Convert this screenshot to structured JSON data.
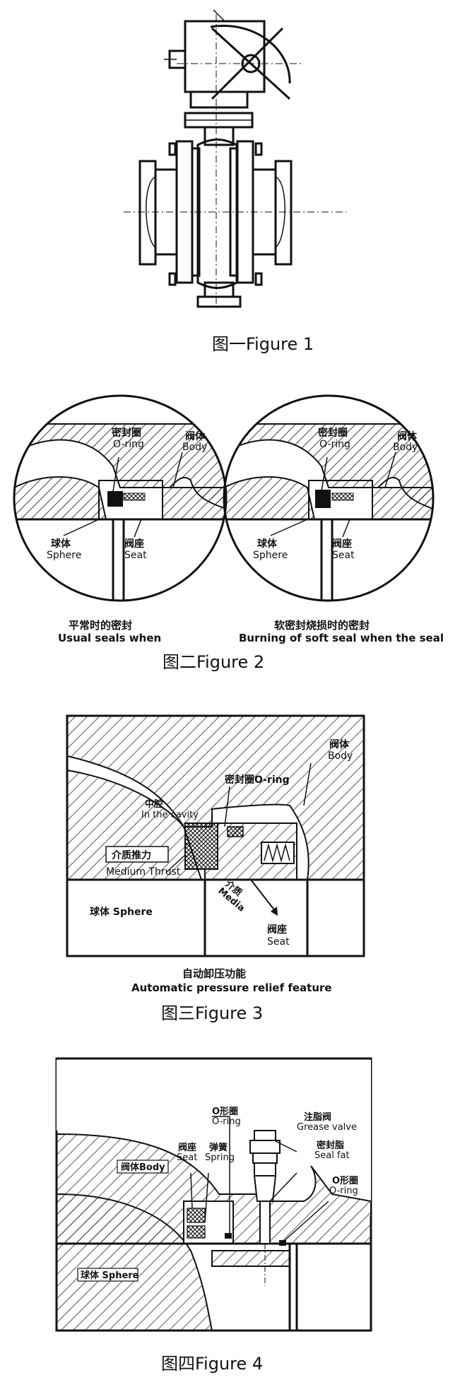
{
  "figures": [
    {
      "caption": "图一Figure 1"
    },
    {
      "caption": "图二Figure 2",
      "left": {
        "oring_cn": "密封圈",
        "oring_en": "O-ring",
        "body_cn": "阀体",
        "body_en": "Body",
        "sphere_cn": "球体",
        "sphere_en": "Sphere",
        "seat_cn": "阀座",
        "seat_en": "Seat",
        "sub_cn": "平常时的密封",
        "sub_en": "Usual seals when"
      },
      "right": {
        "oring_cn": "密封圈",
        "oring_en": "O-ring",
        "body_cn": "阀体",
        "body_en": "Body",
        "sphere_cn": "球体",
        "sphere_en": "Sphere",
        "seat_cn": "阀座",
        "seat_en": "Seat",
        "sub_cn": "软密封烧损时的密封",
        "sub_en": "Burning of soft seal when the seal"
      }
    },
    {
      "caption": "图三Figure 3",
      "body_cn": "阀体",
      "body_en": "Body",
      "oring": "密封圈O-ring",
      "cavity_cn": "中腔",
      "cavity_en": "In the cavity",
      "thrust_cn": "介质推力",
      "thrust_en": "Medium Thrust",
      "sphere": "球体 Sphere",
      "media_cn": "介质",
      "media_en": "Media",
      "seat_cn": "阀座",
      "seat_en": "Seat",
      "sub_cn": "自动卸压功能",
      "sub_en": "Automatic pressure relief feature"
    },
    {
      "caption": "图四Figure 4",
      "oring1_cn": "O形圈",
      "oring1_en": "O-ring",
      "grease_cn": "注脂阀",
      "grease_en": "Grease valve",
      "seat_cn": "阀座",
      "seat_en": "Seat",
      "spring_cn": "弹簧",
      "spring_en": "Spring",
      "sealfat_cn": "密封脂",
      "sealfat_en": "Seal fat",
      "body": "阀体Body",
      "oring2_cn": "O形圈",
      "oring2_en": "O-ring",
      "sphere": "球体 Sphere"
    }
  ]
}
